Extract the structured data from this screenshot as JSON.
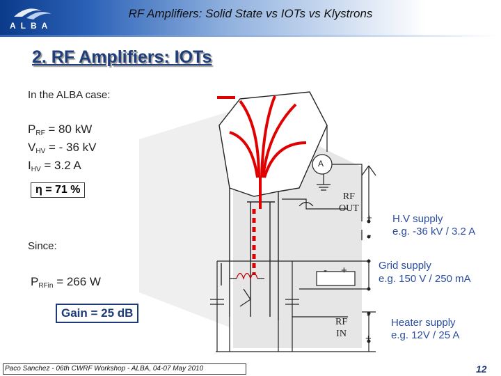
{
  "header": {
    "title": "RF Amplifiers: Solid State vs IOTs vs Klystrons",
    "logo_text": "ALBA"
  },
  "slide": {
    "title": "2. RF Amplifiers: IOTs"
  },
  "left": {
    "case_label": "In the ALBA case:",
    "prf": {
      "sym": "P",
      "sub": "RF",
      "val": " = 80  kW"
    },
    "vhv": {
      "sym": "V",
      "sub": "HV",
      "val": " = - 36 kV"
    },
    "ihv": {
      "sym": "I",
      "sub": "HV",
      "val": " = 3.2 A"
    },
    "eta": "η = 71 %",
    "since": "Since:",
    "prfin": {
      "sym": "P",
      "sub": "RFin",
      "val": " = 266 W"
    },
    "gain": "Gain = 25 dB"
  },
  "diagram": {
    "ammeter": "A",
    "rf_out": [
      "RF",
      "OUT"
    ],
    "rf_in": [
      "RF",
      "IN"
    ],
    "hv_plus": "+",
    "hv_minus": "-",
    "grid_minus": "-",
    "grid_plus": "+",
    "heater_minus": "-",
    "heater_plus": "+",
    "hv_supply": [
      "H.V supply",
      "e.g. -36 kV / 3.2 A"
    ],
    "grid_supply": [
      "Grid supply",
      "e.g. 150 V / 250 mA"
    ],
    "heater_supply": [
      "Heater supply",
      "e.g. 12V / 25 A"
    ]
  },
  "footer": {
    "text": "Paco Sanchez  -  06th CWRF Workshop  - ALBA, 04-07 May 2010",
    "page": "12"
  },
  "colors": {
    "accent": "#1e3a78",
    "beam": "#e00000",
    "label_blue": "#2a4da0"
  }
}
